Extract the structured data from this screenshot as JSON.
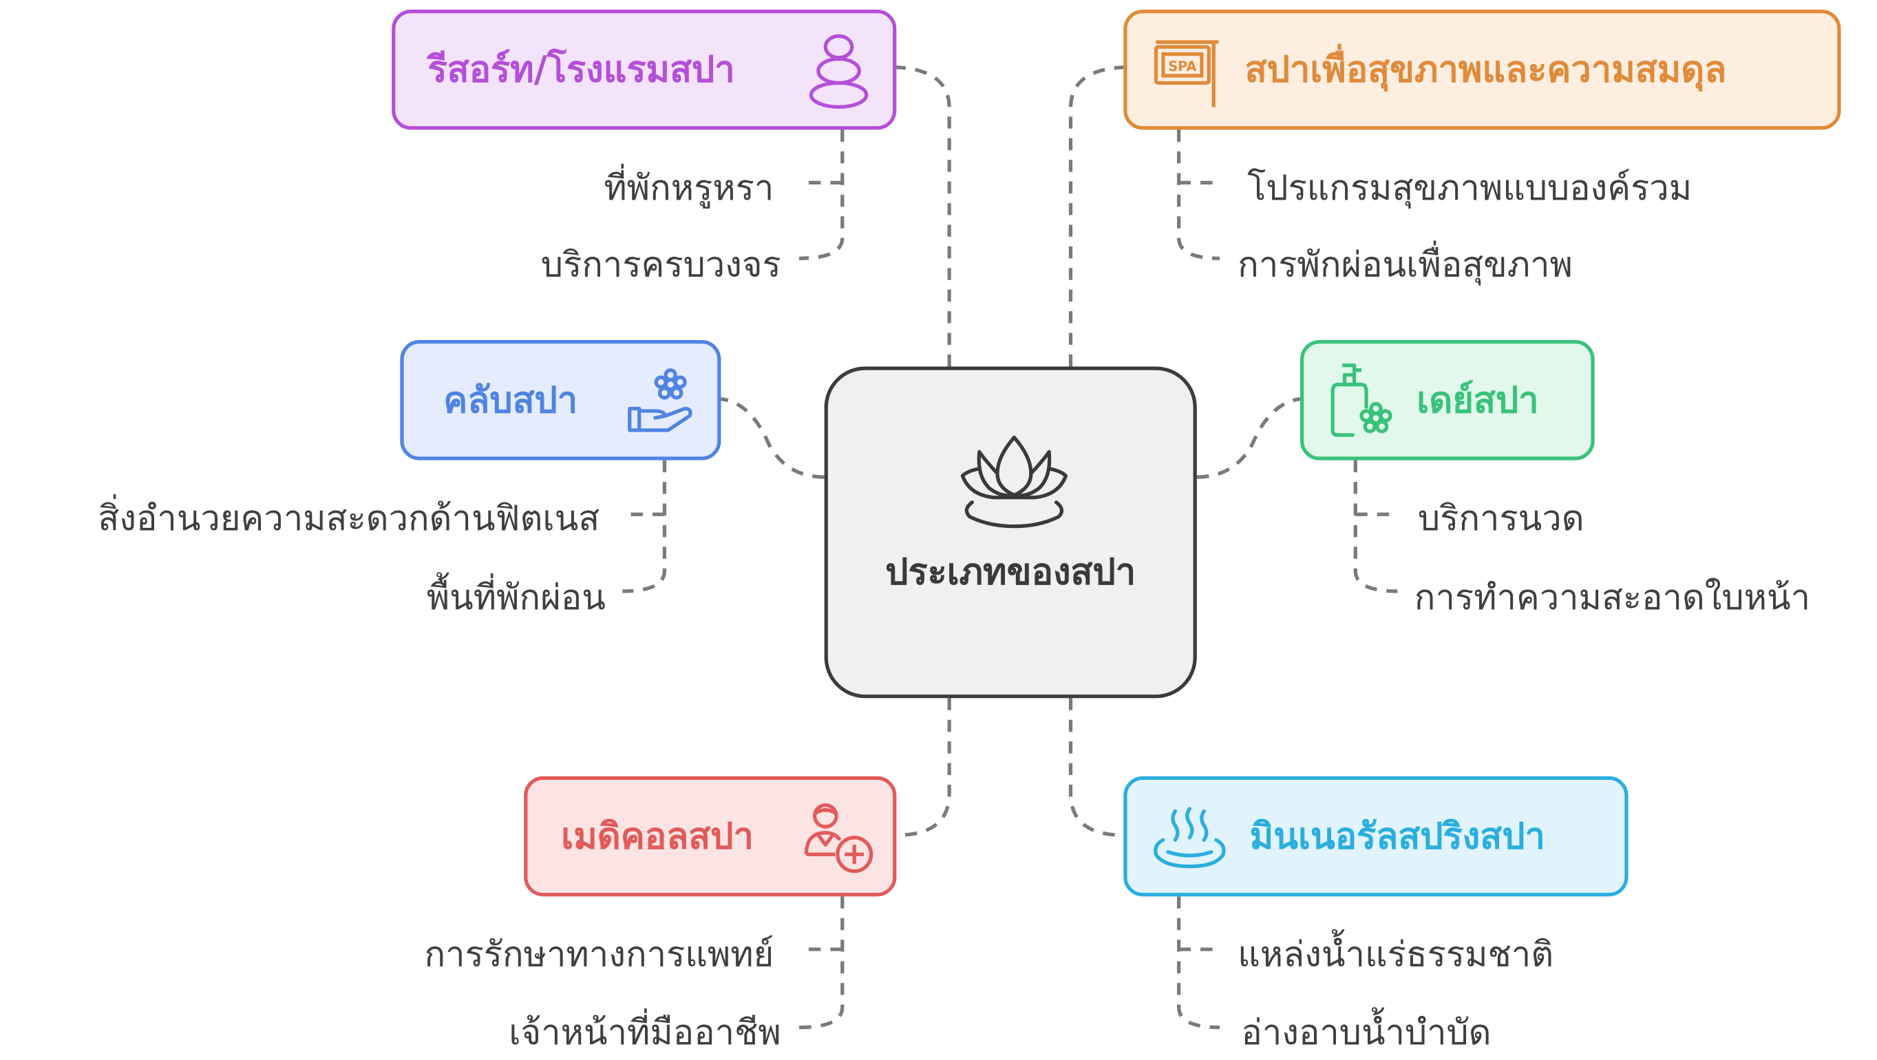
{
  "center": {
    "title": "ประเภทของสปา",
    "icon": "lotus-icon"
  },
  "categories": {
    "resort": {
      "label": "รีสอร์ท/โรงแรมสปา",
      "icon": "stacked-stones-icon",
      "color": "#b44fd8",
      "fill": "#f4e4fb",
      "items": [
        "ที่พักหรูหรา",
        "บริการครบวงจร"
      ]
    },
    "wellness": {
      "label": "สปาเพื่อสุขภาพและความสมดุล",
      "icon": "spa-sign-icon",
      "color": "#e08a3a",
      "fill": "#fdeee0",
      "items": [
        "โปรแกรมสุขภาพแบบองค์รวม",
        "การพักผ่อนเพื่อสุขภาพ"
      ]
    },
    "club": {
      "label": "คลับสปา",
      "icon": "hand-flower-icon",
      "color": "#4f84e2",
      "fill": "#e5ecfd",
      "items": [
        "สิ่งอำนวยความสะดวกด้านฟิตเนส",
        "พื้นที่พักผ่อน"
      ]
    },
    "day": {
      "label": "เดย์สปา",
      "icon": "lotion-flower-icon",
      "color": "#38c27a",
      "fill": "#e2f8ec",
      "items": [
        "บริการนวด",
        "การทำความสะอาดใบหน้า"
      ]
    },
    "medical": {
      "label": "เมดิคอลสปา",
      "icon": "doctor-plus-icon",
      "color": "#e25a5a",
      "fill": "#fde4e4",
      "items": [
        "การรักษาทางการแพทย์",
        "เจ้าหน้าที่มืออาชีพ"
      ]
    },
    "mineral": {
      "label": "มินเนอรัลสปริงสปา",
      "icon": "hot-spring-icon",
      "color": "#2aaede",
      "fill": "#e1f3fc",
      "items": [
        "แหล่งน้ำแร่ธรรมชาติ",
        "อ่างอาบน้ำบำบัด"
      ]
    }
  }
}
